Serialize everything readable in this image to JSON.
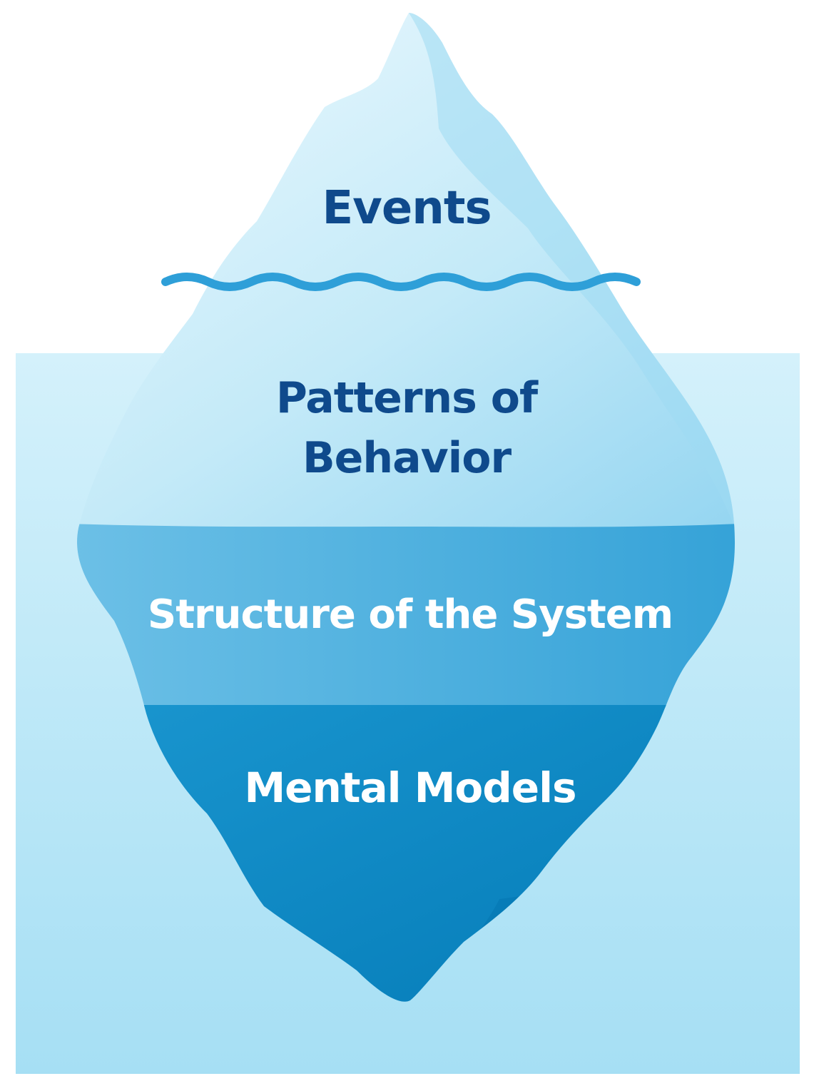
{
  "iceberg": {
    "levels": [
      {
        "label_lines": [
          "Events"
        ],
        "color": "#0f4a8c"
      },
      {
        "label_lines": [
          "Patterns of",
          "Behavior"
        ],
        "color": "#0f4a8c"
      },
      {
        "label_lines": [
          "Structure of the System"
        ],
        "color": "#ffffff"
      },
      {
        "label_lines": [
          "Mental Models"
        ],
        "color": "#ffffff"
      }
    ]
  },
  "colors": {
    "background": "#ffffff",
    "water": "#c9ecf8",
    "ice_tip": "#e4f6fd",
    "ice_upper": "#b5e3f5",
    "structure_band": "#4fb0de",
    "mental_models_band": "#0a85c0",
    "wave_line": "#2e9fd8"
  }
}
